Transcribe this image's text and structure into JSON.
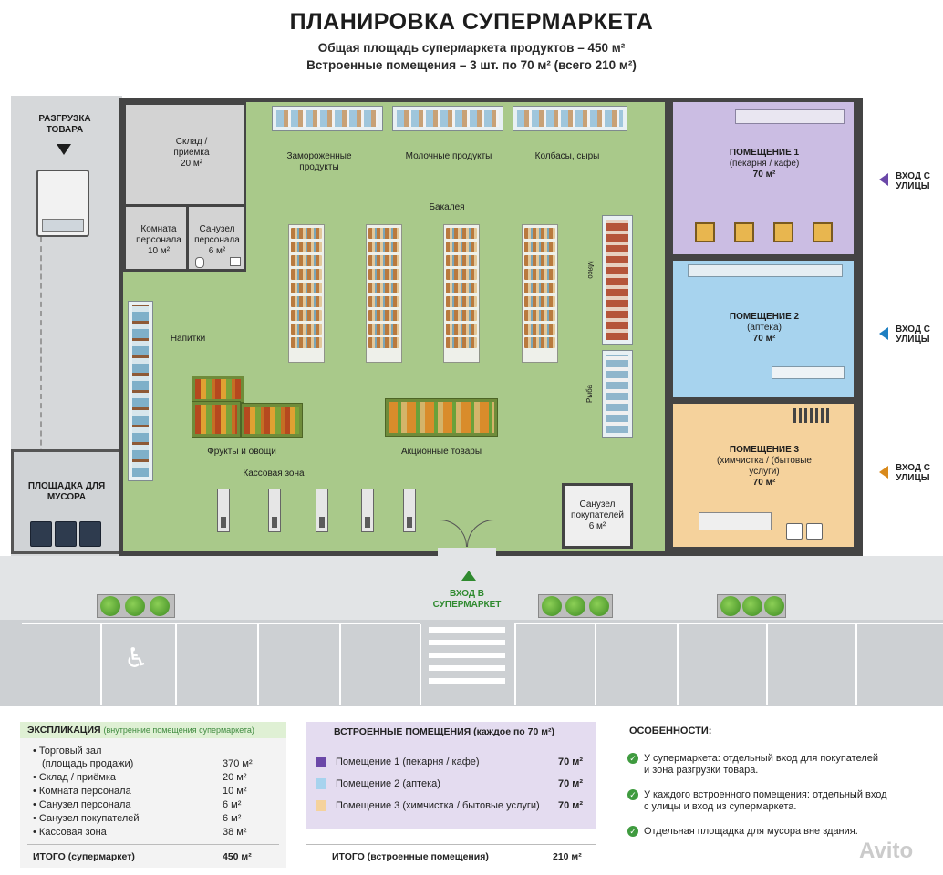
{
  "header": {
    "title": "ПЛАНИРОВКА СУПЕРМАРКЕТА",
    "subtitle1": "Общая площадь супермаркета продуктов – 450 м²",
    "subtitle2": "Встроенные помещения – 3 шт. по 70 м² (всего 210 м²)"
  },
  "plan": {
    "unloading": "РАЗГРУЗКА ТОВАРА",
    "garbage": "ПЛОЩАДКА ДЛЯ МУСОРА",
    "storage_title": "Склад / приёмка",
    "storage_area": "20 м²",
    "staff_room_title": "Комната персонала",
    "staff_room_area": "10 м²",
    "staff_wc_title": "Санузел персонала",
    "staff_wc_area": "6 м²",
    "zone_frozen": "Замороженные продукты",
    "zone_dairy": "Молочные продукты",
    "zone_sausage": "Колбасы, сыры",
    "zone_grocery": "Бакалея",
    "zone_drinks": "Напитки",
    "zone_fruits": "Фрукты и овощи",
    "zone_promo": "Акционные товары",
    "zone_checkout": "Кассовая зона",
    "zone_meat": "Мясо",
    "zone_fish": "Рыба",
    "customer_wc_title": "Санузел покупателей",
    "customer_wc_area": "6 м²",
    "entrance_main": "ВХОД В СУПЕРМАРКЕТ",
    "room1_title": "ПОМЕЩЕНИЕ 1",
    "room1_use": "(пекарня / кафе)",
    "room1_area": "70 м²",
    "room2_title": "ПОМЕЩЕНИЕ 2",
    "room2_use": "(аптека)",
    "room2_area": "70 м²",
    "room3_title": "ПОМЕЩЕНИЕ 3",
    "room3_use": "(химчистка / (бытовые услуги)",
    "room3_area": "70 м²",
    "street_entry": "ВХОД С УЛИЦЫ",
    "colors": {
      "room1": "#cbbde3",
      "room2": "#a7d3ee",
      "room3": "#f5d29c",
      "floor": "#a9c98a",
      "entry1": "#6b48a8",
      "entry2": "#1e7fc2",
      "entry3": "#d98a1c",
      "entry_main": "#2f8a2f"
    }
  },
  "explication": {
    "head": "ЭКСПЛИКАЦИЯ",
    "head_note": "(внутренние помещения супермаркета)",
    "rows": [
      {
        "name": "Торговый зал",
        "area": ""
      },
      {
        "name": "(площадь продажи)",
        "area": "370 м²"
      },
      {
        "name": "Склад / приёмка",
        "area": "20 м²"
      },
      {
        "name": "Комната персонала",
        "area": "10 м²"
      },
      {
        "name": "Санузел персонала",
        "area": "6 м²"
      },
      {
        "name": "Санузел покупателей",
        "area": "6 м²"
      },
      {
        "name": "Кассовая зона",
        "area": "38 м²"
      }
    ],
    "total_label": "ИТОГО (супермаркет)",
    "total_value": "450 м²"
  },
  "builtin": {
    "head": "ВСТРОЕННЫЕ ПОМЕЩЕНИЯ (каждое по 70 м²)",
    "rows": [
      {
        "name": "Помещение 1 (пекарня / кафе)",
        "area": "70 м²"
      },
      {
        "name": "Помещение 2 (аптека)",
        "area": "70 м²"
      },
      {
        "name": "Помещение 3 (химчистка / бытовые услуги)",
        "area": "70 м²"
      }
    ],
    "total_label": "ИТОГО (встроенные помещения)",
    "total_value": "210 м²"
  },
  "features": {
    "head": "ОСОБЕННОСТИ:",
    "items": [
      {
        "line1": "У супермаркета: отдельный вход для покупателей",
        "line2": "и зона разгрузки товара."
      },
      {
        "line1": "У каждого встроенного помещения: отдельный вход",
        "line2": "с улицы и вход из супермаркета."
      },
      {
        "line1": "Отдельная площадка для мусора вне здания.",
        "line2": ""
      }
    ]
  },
  "watermark": "Avito"
}
